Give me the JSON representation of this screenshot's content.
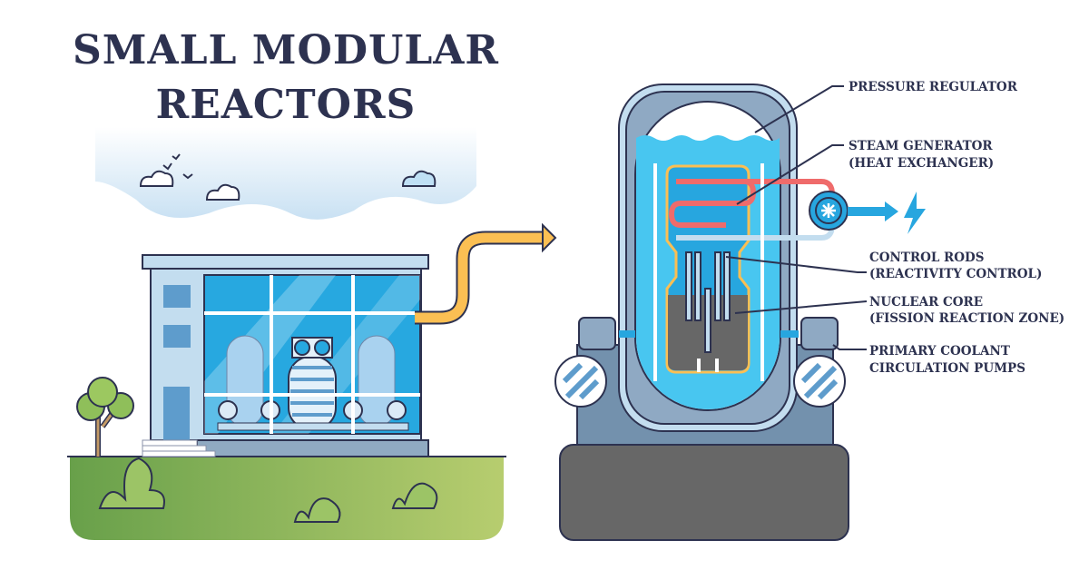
{
  "title": {
    "line1": "SMALL MODULAR",
    "line2": "REACTORS"
  },
  "labels": [
    {
      "id": "pressure-regulator",
      "lines": [
        "PRESSURE REGULATOR"
      ]
    },
    {
      "id": "steam-generator",
      "lines": [
        "STEAM GENERATOR",
        "(HEAT EXCHANGER)"
      ]
    },
    {
      "id": "control-rods",
      "lines": [
        "CONTROL RODS",
        "(REACTIVITY CONTROL)"
      ]
    },
    {
      "id": "nuclear-core",
      "lines": [
        "NUCLEAR CORE",
        "(FISSION REACTION ZONE)"
      ]
    },
    {
      "id": "coolant-pumps",
      "lines": [
        "PRIMARY COOLANT",
        "CIRCULATION PUMPS"
      ]
    }
  ],
  "colors": {
    "ink": "#2d3250",
    "water": "#48c6f0",
    "deep": "#27a6df",
    "steel": "#8fa9c3",
    "core": "#676767",
    "pipe": "#fbbf53",
    "hot": "#ef6b6b"
  }
}
